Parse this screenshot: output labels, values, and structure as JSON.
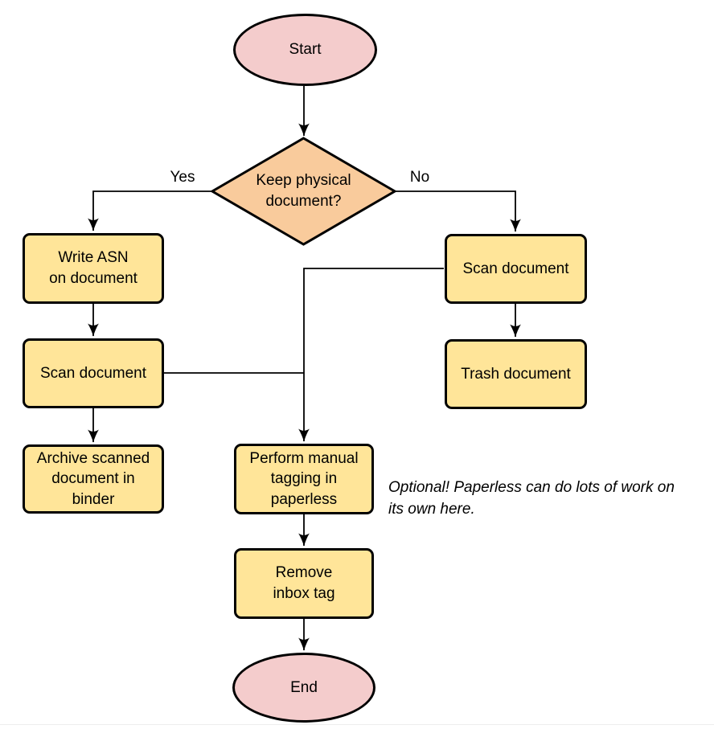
{
  "diagram": {
    "type": "flowchart",
    "colors": {
      "terminator_fill": "#f4cccc",
      "decision_fill": "#f9cb9c",
      "process_fill": "#ffe599",
      "stroke": "#000000",
      "text": "#000000"
    },
    "nodes": {
      "start": {
        "label": "Start",
        "shape": "terminator"
      },
      "decision": {
        "label": "Keep physical\ndocument?",
        "shape": "decision"
      },
      "write_asn": {
        "label": "Write ASN\non document",
        "shape": "process"
      },
      "scan_left": {
        "label": "Scan document",
        "shape": "process"
      },
      "archive": {
        "label": "Archive scanned\ndocument in\nbinder",
        "shape": "process"
      },
      "scan_right": {
        "label": "Scan document",
        "shape": "process"
      },
      "trash": {
        "label": "Trash document",
        "shape": "process"
      },
      "tagging": {
        "label": "Perform manual\ntagging in\npaperless",
        "shape": "process"
      },
      "remove_inbox": {
        "label": "Remove\ninbox tag",
        "shape": "process"
      },
      "end": {
        "label": "End",
        "shape": "terminator"
      }
    },
    "edge_labels": {
      "yes": "Yes",
      "no": "No"
    },
    "note": {
      "text": "Optional! Paperless can do lots of work on\nits own here."
    }
  }
}
